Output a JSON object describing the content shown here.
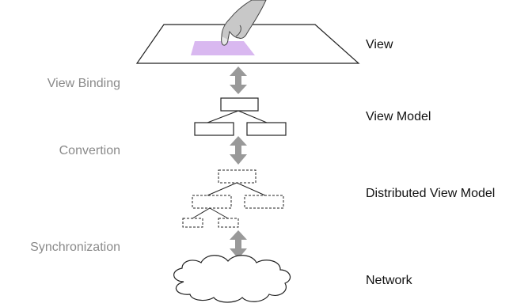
{
  "layers": {
    "view": "View",
    "view_model": "View Model",
    "distributed_view_model": "Distributed View Model",
    "network": "Network"
  },
  "processes": {
    "view_binding": "View Binding",
    "convertion": "Convertion",
    "synchronization": "Synchronization"
  },
  "colors": {
    "arrow": "#999999",
    "process_text": "#8a8a8a",
    "layer_text": "#111111",
    "touch_highlight": "#d9b8f0",
    "hand_fill": "#c8c8c8",
    "stroke": "#222222"
  },
  "icons": {
    "hand": "pointing-hand-icon",
    "cloud": "cloud-icon"
  }
}
